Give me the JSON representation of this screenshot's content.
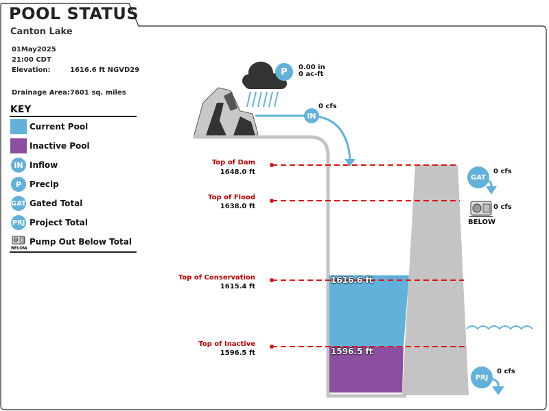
{
  "header": {
    "title": "POOL STATUS",
    "project": "Canton Lake"
  },
  "info": {
    "date": "01May2025",
    "time": "21:00 CDT",
    "elevation_label": "Elevation:",
    "elevation_value": "1616.6 ft NGVD29",
    "drainage_label": "Drainage Area:",
    "drainage_value": "7601 sq. miles"
  },
  "key": {
    "title": "KEY",
    "items": [
      {
        "icon": "swatch",
        "color": "#62b1db",
        "label": "Current Pool"
      },
      {
        "icon": "swatch",
        "color": "#8c4f9f",
        "label": "Inactive Pool"
      },
      {
        "icon": "IN",
        "label": "Inflow"
      },
      {
        "icon": "P",
        "label": "Precip"
      },
      {
        "icon": "GAT",
        "label": "Gated Total"
      },
      {
        "icon": "PRJ",
        "label": "Project Total"
      },
      {
        "icon": "pump-icon",
        "label": "Pump Out Below Total"
      }
    ]
  },
  "precip": {
    "icon": "P",
    "depth": "0.00 in",
    "volume": "0 ac-ft"
  },
  "inflow": {
    "icon": "IN",
    "value": "0 cfs"
  },
  "gated": {
    "icon": "GAT",
    "value": "0 cfs"
  },
  "pump": {
    "below_label": "BELOW",
    "value": "0 cfs"
  },
  "project": {
    "icon": "PRJ",
    "value": "0 cfs"
  },
  "levels": [
    {
      "label": "Top of Dam",
      "value": "1648.0 ft"
    },
    {
      "label": "Top of Flood",
      "value": "1638.0 ft"
    },
    {
      "label": "Top of Conservation",
      "value": "1615.4 ft"
    },
    {
      "label": "Top of Inactive",
      "value": "1596.5 ft"
    }
  ],
  "pool": {
    "current": "1616.6 ft",
    "inactive": "1596.5 ft"
  },
  "colors": {
    "current_pool": "#62b1db",
    "inactive_pool": "#8c4f9f",
    "level_line": "#dd1111",
    "dam": "#c4c4c4"
  }
}
